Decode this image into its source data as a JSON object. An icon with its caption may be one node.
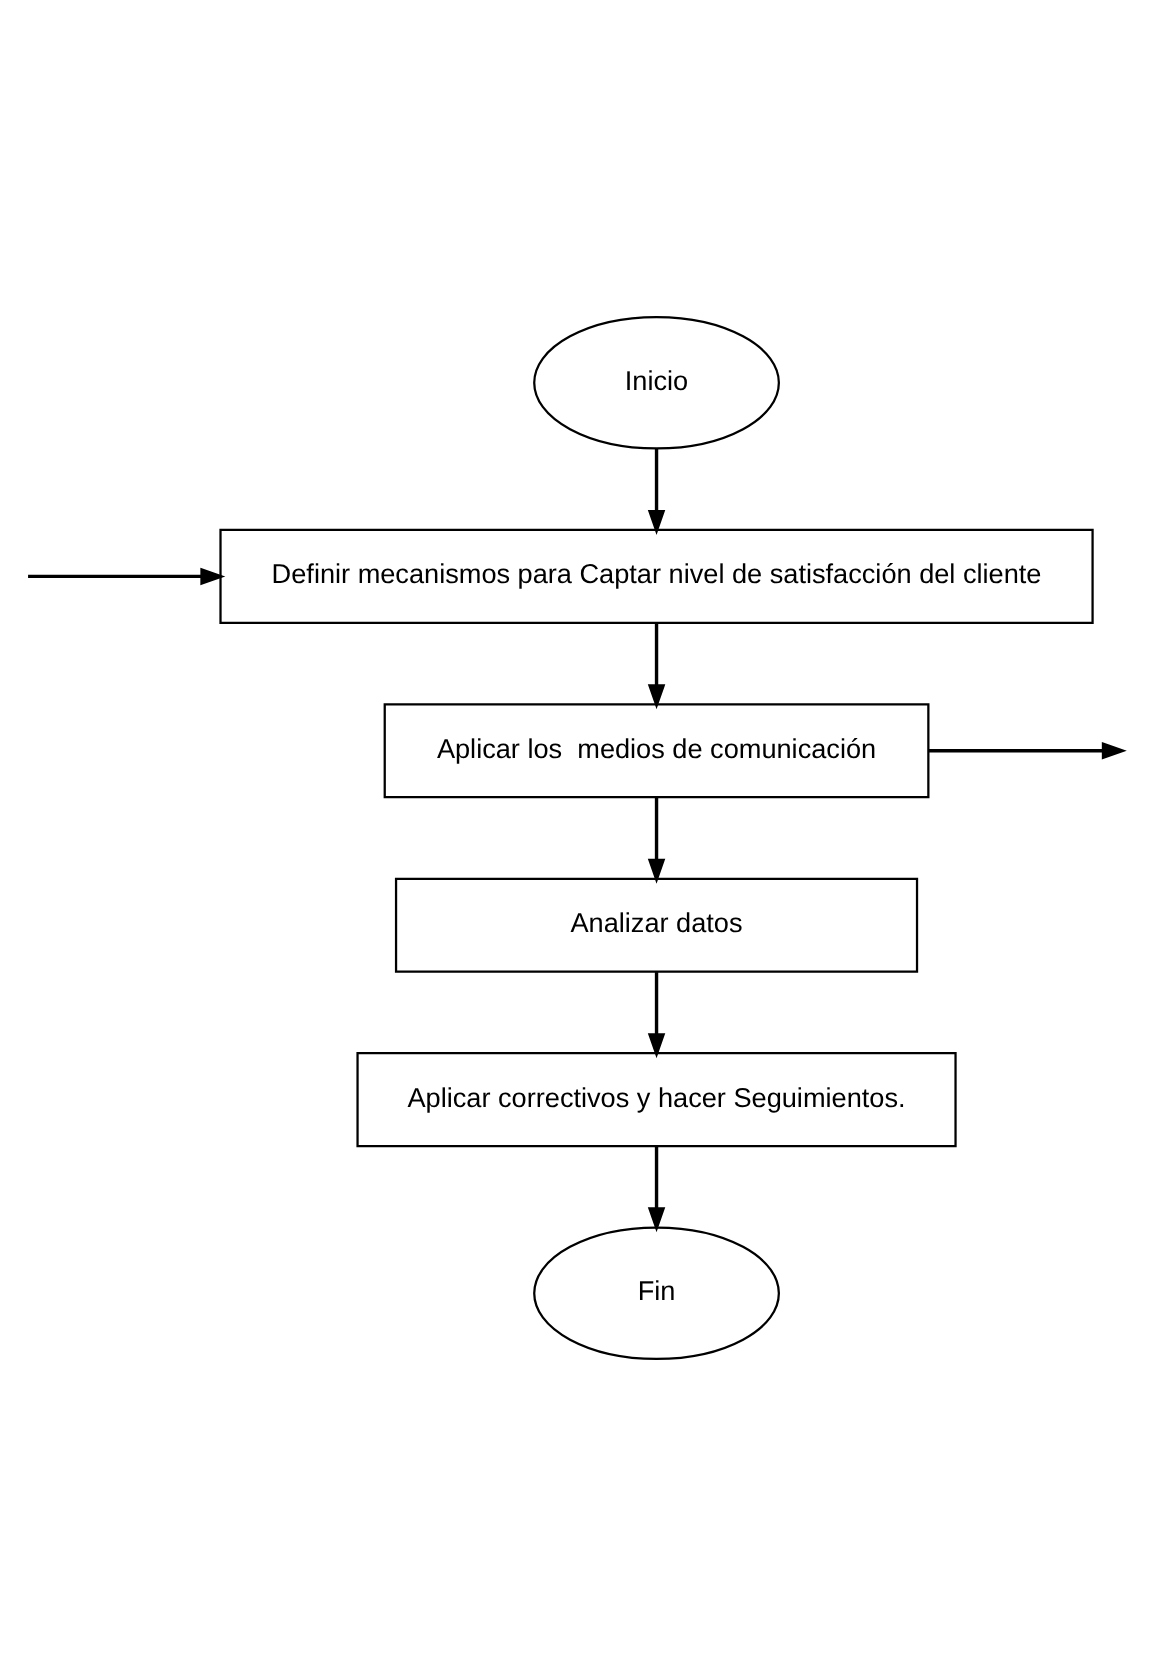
{
  "diagram": {
    "nodes": [
      {
        "text": [
          "Inicio"
        ]
      },
      {
        "text": [
          "Definir mecanismos para Captar nivel de satisfacción del cliente"
        ]
      },
      {
        "text": [
          "Aplicar los  medios de comunicación"
        ]
      },
      {
        "text": [
          "Analizar datos"
        ]
      },
      {
        "text": [
          "Aplicar correctivos y hacer Seguimientos."
        ]
      },
      {
        "text": [
          "Fin"
        ]
      }
    ],
    "edges": [
      {
        "from": 0,
        "to": 1,
        "arrow": "to"
      },
      {
        "from": null,
        "to": 1,
        "arrow": "to"
      },
      {
        "from": 1,
        "to": 2,
        "arrow": "to"
      },
      {
        "from": 2,
        "to": null,
        "arrow": "to"
      },
      {
        "from": 2,
        "to": 3,
        "arrow": "to"
      },
      {
        "from": 3,
        "to": 4,
        "arrow": "to"
      },
      {
        "from": 4,
        "to": 5,
        "arrow": "to"
      }
    ]
  }
}
